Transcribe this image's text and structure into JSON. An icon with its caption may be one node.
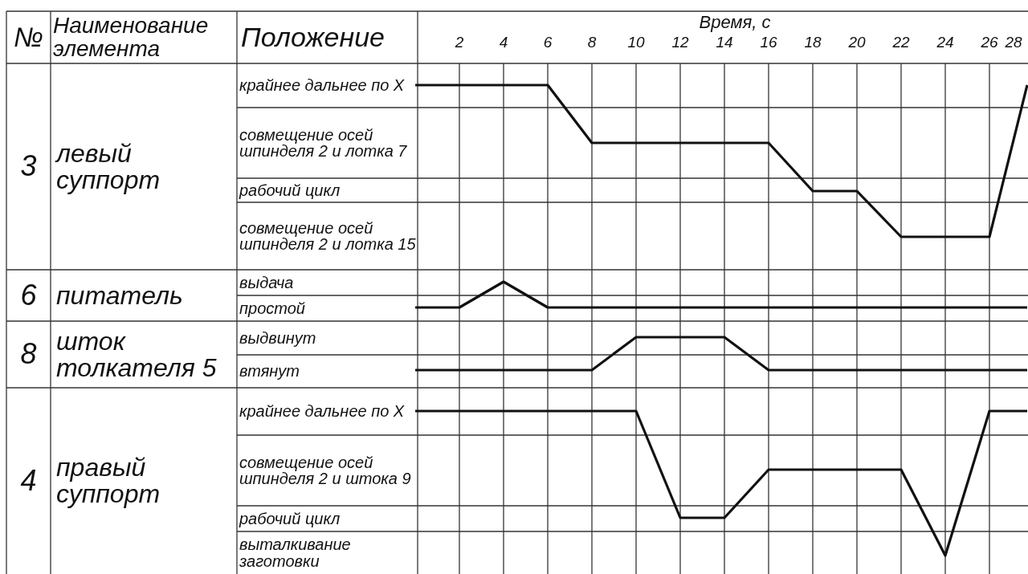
{
  "diagram": {
    "labels": [
      "№",
      "Наименование элемента",
      "Положение",
      "Время, с",
      "2",
      "4",
      "6",
      "8",
      "10",
      "12",
      "14",
      "16",
      "18",
      "20",
      "22",
      "24",
      "26",
      "28",
      "3",
      "левый суппорт",
      "крайнее дальнее по X",
      "совмещение осей шпинделя 2 и лотка 7",
      "рабочий цикл",
      "совмещение осей шпинделя 2 и лотка 15",
      "6",
      "питатель",
      "выдача",
      "простой",
      "8",
      "шток толкателя 5",
      "выдвинут",
      "втянут",
      "4",
      "правый суппорт",
      "крайнее дальнее по X",
      "совмещение осей шпинделя 2 и штока 9",
      "рабочий цикл",
      "выталкивание заготовки"
    ]
  }
}
